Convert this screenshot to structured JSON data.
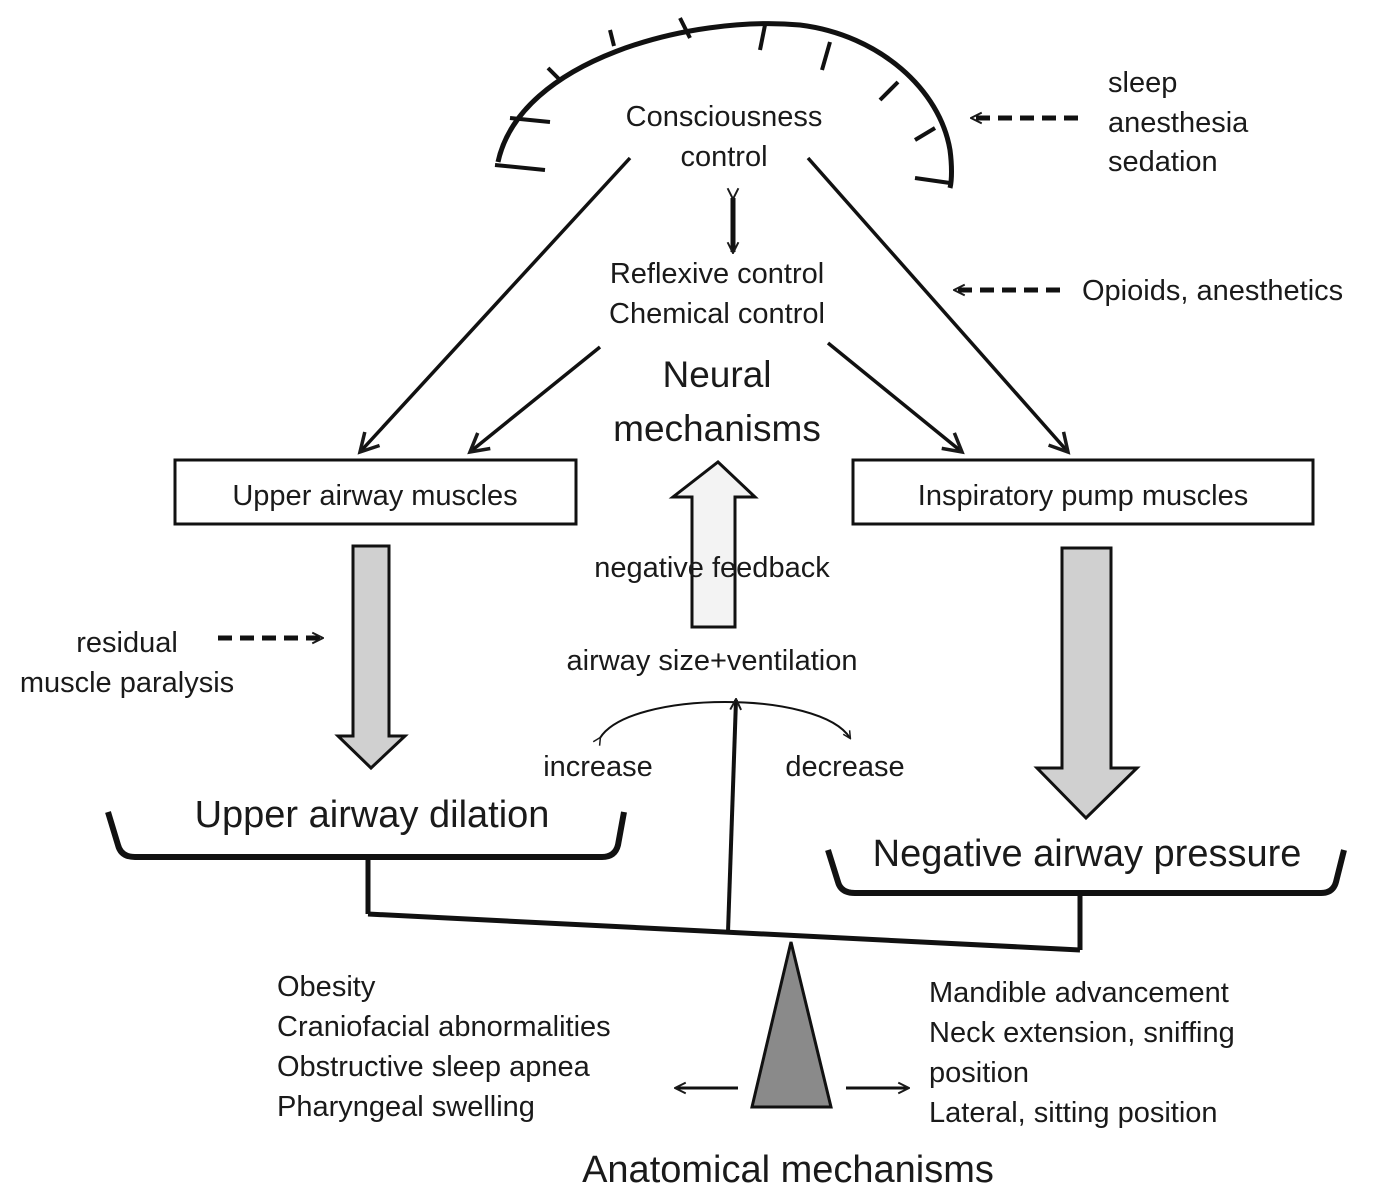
{
  "brain": {
    "line1": "Consciousness",
    "line2": "control"
  },
  "consciousness_modifiers": [
    "sleep",
    "anesthesia",
    "sedation"
  ],
  "pharmacology_modifier": "Opioids, anesthetics",
  "reflex": {
    "line1": "Reflexive control",
    "line2": "Chemical control"
  },
  "neural": {
    "line1": "Neural",
    "line2": "mechanisms"
  },
  "boxes": {
    "upper_airway": "Upper airway muscles",
    "inspiratory": "Inspiratory pump muscles"
  },
  "feedback": "negative feedback",
  "paralysis": {
    "line1": "residual",
    "line2": "muscle paralysis"
  },
  "airway_size": "airway size+ventilation",
  "increase": "increase",
  "decrease": "decrease",
  "dilation": "Upper airway dilation",
  "negative_pressure": "Negative airway pressure",
  "left_factors": [
    "Obesity",
    "Craniofacial abnormalities",
    "Obstructive sleep apnea",
    "Pharyngeal swelling"
  ],
  "right_factors": [
    "Mandible advancement",
    "Neck extension, sniffing",
    "position",
    "Lateral, sitting position"
  ],
  "anatomical": "Anatomical mechanisms"
}
